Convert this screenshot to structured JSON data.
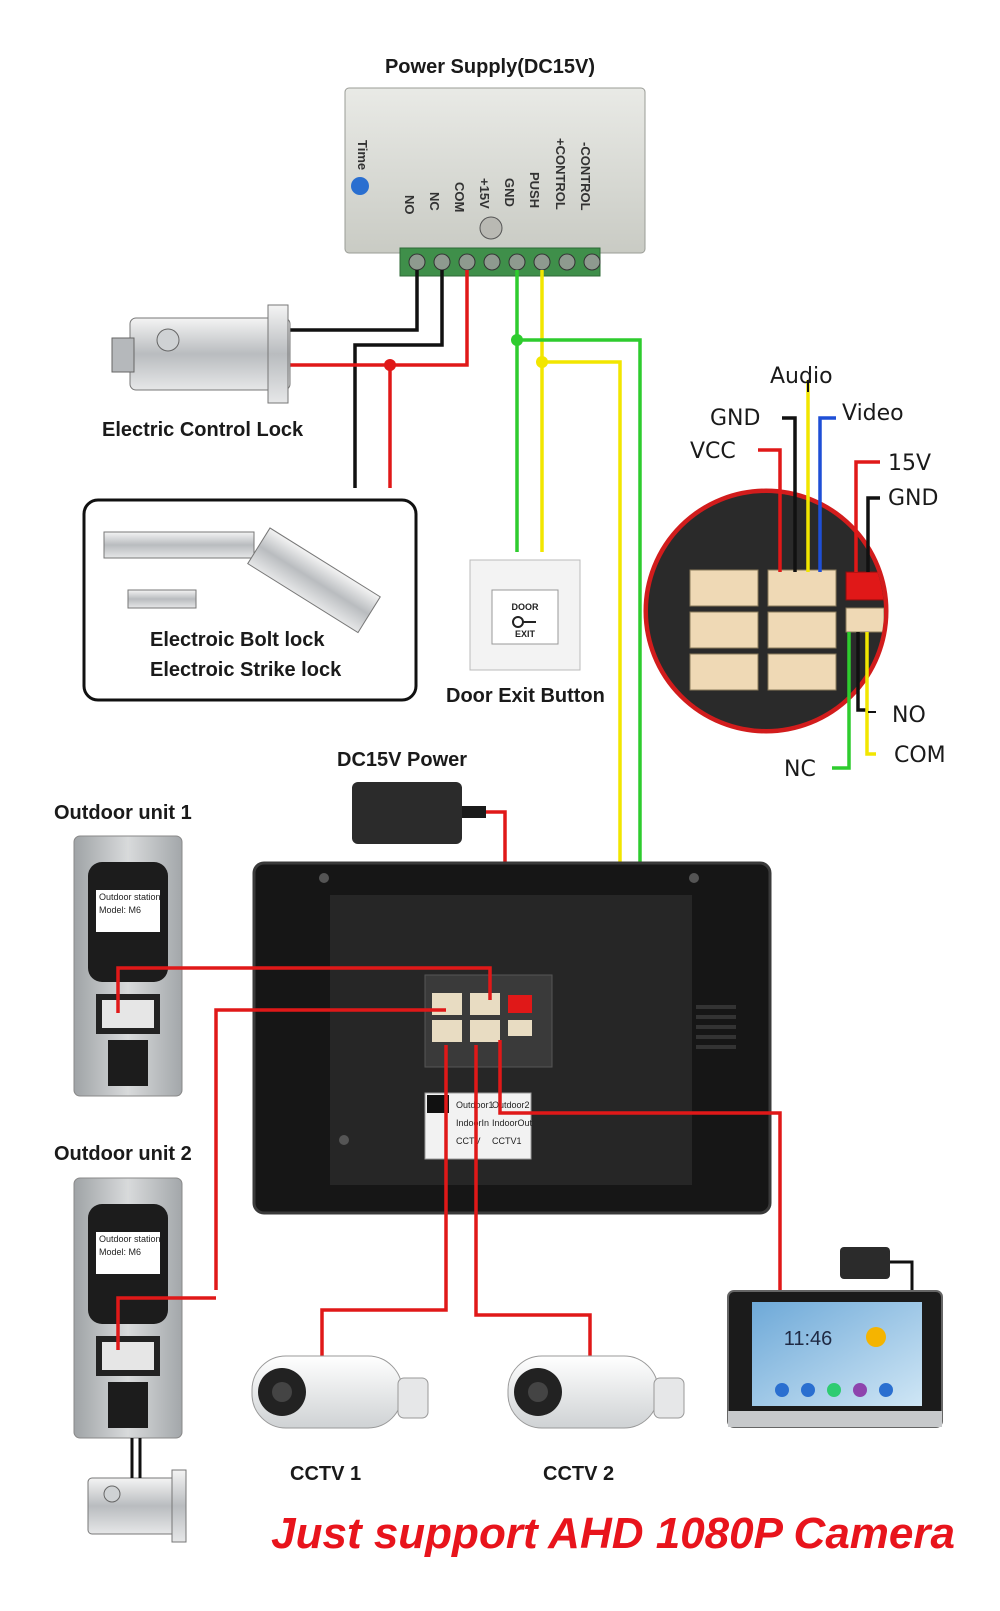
{
  "power_supply": {
    "title": "Power Supply(DC15V)",
    "time_label": "Time",
    "terminals": [
      "NO",
      "NC",
      "COM",
      "+15V",
      "GND",
      "PUSH",
      "+CONTROL",
      "-CONTROL"
    ]
  },
  "locks": {
    "electric_control_lock": "Electric Control Lock",
    "bolt_lock": "Electroic Bolt lock",
    "strike_lock": "Electroic Strike lock"
  },
  "exit_button": {
    "label": "Door Exit Button",
    "plate_line1": "DOOR",
    "plate_line2": "EXIT"
  },
  "connector_callout": {
    "audio": "Audio",
    "gnd_top": "GND",
    "video": "Video",
    "vcc": "VCC",
    "v15": "15V",
    "gnd_right": "GND",
    "no": "NO",
    "com": "COM",
    "nc": "NC"
  },
  "dc_power": {
    "label": "DC15V Power"
  },
  "outdoor_units": {
    "unit1": "Outdoor unit 1",
    "unit2": "Outdoor unit 2",
    "station_text": "Outdoor station",
    "model_text": "Model: M6"
  },
  "monitor": {
    "sticker_lines": [
      "Outdoor1",
      "Outdoor2",
      "IndoorIn",
      "IndoorOut",
      "CCTV",
      "CCTV1"
    ]
  },
  "cameras": {
    "cctv1": "CCTV 1",
    "cctv2": "CCTV 2"
  },
  "indoor_monitor": {
    "clock": "11:46"
  },
  "banner": {
    "text": "Just support AHD 1080P Camera",
    "color": "#e8141c"
  },
  "wire_colors": {
    "red": "#e01818",
    "black": "#111111",
    "green": "#2ecc2e",
    "yellow": "#f2e600"
  }
}
